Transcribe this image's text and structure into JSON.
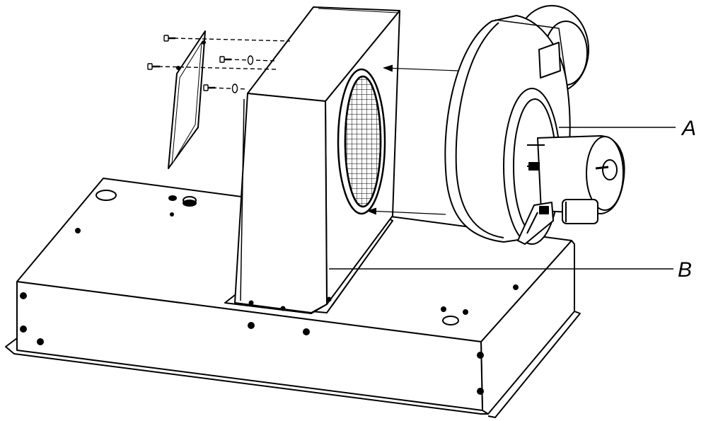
{
  "diagram": {
    "colors": {
      "line": "#000000",
      "fill": "#ffffff",
      "mesh": "#000000"
    },
    "callouts": [
      {
        "id": "A",
        "text": "A"
      },
      {
        "id": "B",
        "text": "B"
      }
    ]
  }
}
